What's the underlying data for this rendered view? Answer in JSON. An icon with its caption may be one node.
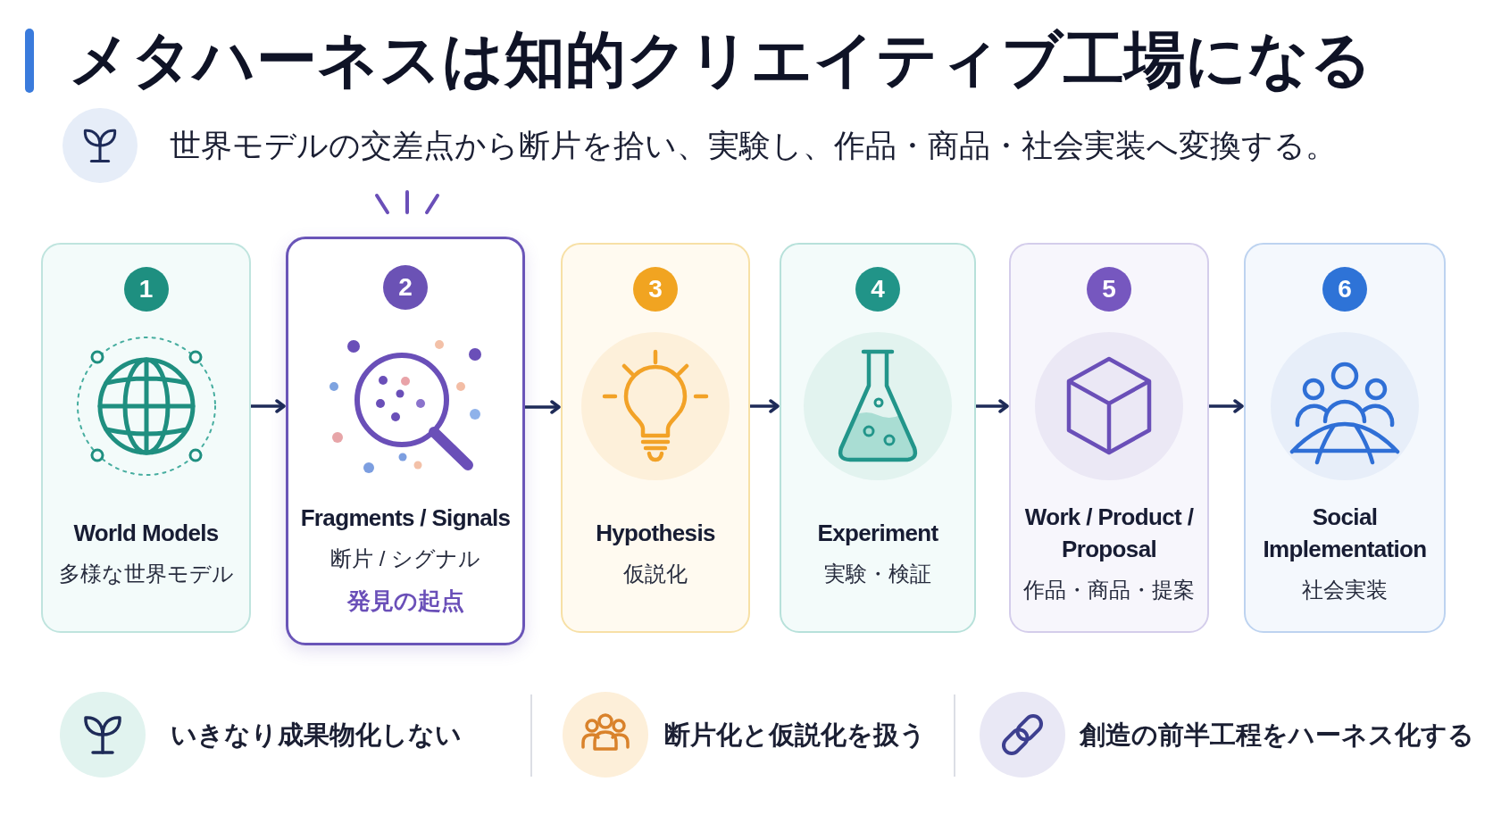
{
  "diagram": {
    "title": "メタハーネスは知的クリエイティブ工場になる",
    "nodes": [
      {
        "text": [
          "World Models",
          "多様な世界モデル"
        ]
      },
      {
        "text": [
          "1"
        ],
        "in": 0
      },
      {
        "text": [
          "Fragments / Signals",
          "断片 / シグナル",
          "発見の起点"
        ]
      },
      {
        "text": [
          "2"
        ],
        "in": 2
      },
      {
        "text": [
          "Hypothesis",
          "仮説化"
        ]
      },
      {
        "text": [
          "3"
        ],
        "in": 4
      },
      {
        "text": [
          "Experiment",
          "実験・検証"
        ]
      },
      {
        "text": [
          "4"
        ],
        "in": 6
      },
      {
        "text": [
          "Work / Product / Proposal",
          "作品・商品・提案"
        ]
      },
      {
        "text": [
          "5"
        ],
        "in": 8
      },
      {
        "text": [
          "Social Implementation",
          "社会実装"
        ]
      },
      {
        "text": [
          "6"
        ],
        "in": 10
      }
    ],
    "edges": [
      {
        "from": 0,
        "to": 2,
        "arrow": "to"
      },
      {
        "from": 2,
        "to": 4,
        "arrow": "to"
      },
      {
        "from": 4,
        "to": 6,
        "arrow": "to"
      },
      {
        "from": 6,
        "to": 8,
        "arrow": "to"
      },
      {
        "from": 8,
        "to": 10,
        "arrow": "to"
      }
    ],
    "labels": [
      "世界モデルの交差点から断片を拾い、実験し、作品・商品・社会実装へ変換する。",
      "いきなり成果物化しない",
      "断片化と仮説化を扱う",
      "創造の前半工程をハーネス化する"
    ]
  }
}
